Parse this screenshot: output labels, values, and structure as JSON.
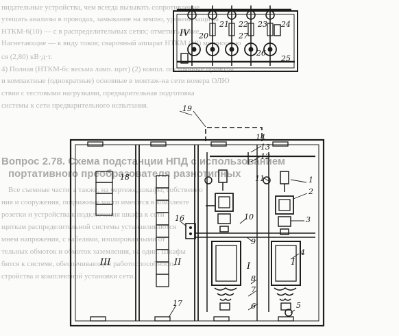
{
  "background_text": [
    "нидательные устройства, чем всегда вызывать сопротивление,",
    "утешать анализы в проводах, замыкание на землю, уровень защиты",
    "НТКМ-6(10) — с в распределительных сетях; отметить какие",
    "Нагнетающие — к виду токов; сварочный аппарат НТКМ (10) мощностью",
    "ся (2,80) кВ·д·т.",
    "4) Полная (НТКМ-бс весьма ламп. щит) (2) компл. постоянные приводы",
    "и компактные (однократные) основные в монтаж-на сети номера ОЛЮ",
    "ствия с тестовыми нагрузками, предварительная подготовка",
    "системы к сети предварительного испытания."
  ],
  "heading_text": [
    "Вопрос 2.78. Схема подстанции НПД с использованием",
    "портативного преобразователя разнотипных",
    "Все съемные части, а также, на чертеже, шкафы, собственно",
    "ния и сооружения, подвижные части имеются в комплекте",
    "розетки и устройства к подключения шкафа к сети",
    "щиткам распределительной системы устанавливаются",
    "мнем напряжения, с кабелями, изолированными от",
    "тельных обмоток и обмоток заземления, на один. Шкафы",
    "бится к системе, обеспечивающей работоспособность",
    "стройства и комплектной установки сети."
  ],
  "callouts": [
    "1",
    "2",
    "3",
    "4",
    "5",
    "6",
    "7",
    "8",
    "9",
    "10",
    "11",
    "12",
    "13",
    "14",
    "16",
    "17",
    "18",
    "19",
    "20",
    "21",
    "22",
    "23",
    "24",
    "25",
    "26",
    "27"
  ],
  "room_labels": {
    "I_right": "I",
    "I_mid": "I",
    "II": "II",
    "III": "III",
    "IV": "IV"
  }
}
